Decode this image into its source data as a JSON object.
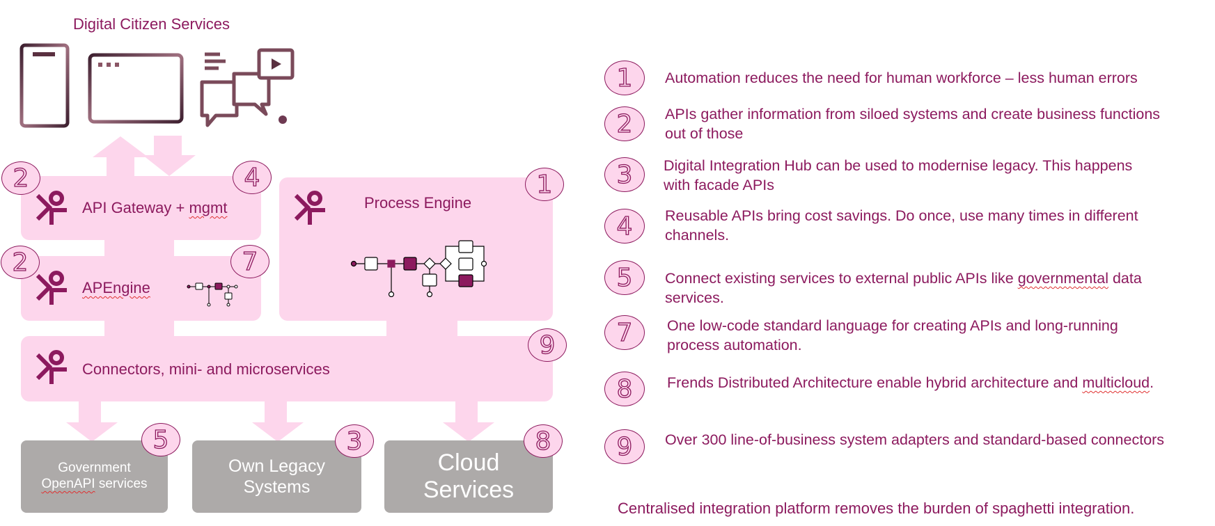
{
  "diagram": {
    "title": "Digital Citizen Services",
    "channels": [
      {
        "icon": "mobile-phone-icon"
      },
      {
        "icon": "browser-window-icon"
      },
      {
        "icon": "chat-video-icon"
      }
    ],
    "components": {
      "api_gateway": {
        "label_main": "API Gateway + ",
        "label_spell": "mgmt",
        "badges": [
          "2",
          "4"
        ]
      },
      "apengine": {
        "label": "APEngine",
        "badges": [
          "2",
          "7"
        ]
      },
      "process_engine": {
        "label": "Process Engine",
        "badges": [
          "1"
        ]
      },
      "connectors": {
        "label": "Connectors, mini- and microservices",
        "badges": [
          "9"
        ]
      }
    },
    "backends": [
      {
        "line1": "Government",
        "line2_spell": "OpenAPI",
        "line2_rest": " services",
        "badge": "5"
      },
      {
        "line1": "Own Legacy",
        "line2": "Systems",
        "badge": "3"
      },
      {
        "line1": "Cloud",
        "line2": "Services",
        "badge": "8"
      }
    ]
  },
  "benefits": [
    {
      "number": "1",
      "text": "Automation reduces the need for human workforce – less human errors"
    },
    {
      "number": "2",
      "text": "APIs gather information from siloed systems and create business functions out of those"
    },
    {
      "number": "3",
      "text": "Digital Integration Hub can be used to modernise legacy. This happens with facade APIs"
    },
    {
      "number": "4",
      "text": "Reusable APIs bring cost savings. Do once, use many times in different channels."
    },
    {
      "number": "5",
      "text_before": "Connect existing services to external public APIs like ",
      "text_spell": "governmental",
      "text_after": " data services."
    },
    {
      "number": "7",
      "text": "One low-code standard language for creating APIs and long-running process automation."
    },
    {
      "number": "8",
      "text_before": "Frends Distributed Architecture enable hybrid architecture and ",
      "text_spell": "multicloud",
      "text_after": "."
    },
    {
      "number": "9",
      "text": "Over 300 line-of-business system adapters and standard-based connectors"
    }
  ],
  "footer": "Centralised integration platform removes the burden of spaghetti integration.",
  "colors": {
    "accent": "#8c1a5e",
    "box_fill": "#fdd6ec",
    "backend_fill": "#adaaa9",
    "icon_stroke": "#6e3a52"
  }
}
